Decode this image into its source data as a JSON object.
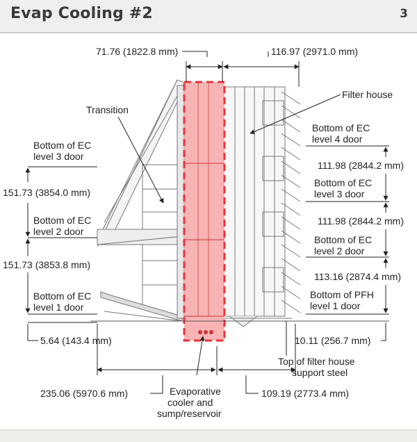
{
  "header": {
    "title": "Evap Cooling #2",
    "page_number": "3"
  },
  "diagram": {
    "dim_top_left": "71.76 (1822.8 mm)",
    "dim_top_right": "116.97 (2971.0 mm)",
    "label_filter_house": "Filter house",
    "label_transition": "Transition",
    "label_bottom_ec_level4": [
      "Bottom of EC",
      "level 4 door"
    ],
    "label_bottom_ec_level3_left": [
      "Bottom of EC",
      "level 3 door"
    ],
    "dim_right_1": "111.98 (2844.2 mm)",
    "label_bottom_ec_level3_right": [
      "Bottom of EC",
      "level 3 door"
    ],
    "dim_left_1": "151.73 (3854.0 mm)",
    "label_bottom_ec_level2_left": [
      "Bottom of EC",
      "level 2 door"
    ],
    "dim_right_2": "111.98 (2844.2 mm)",
    "label_bottom_ec_level2_right": [
      "Bottom of EC",
      "level 2 door"
    ],
    "dim_left_2": "151.73 (3853.8 mm)",
    "dim_right_3": "113.16 (2874.4 mm)",
    "label_bottom_ec_level1": [
      "Bottom of EC",
      "level 1 door"
    ],
    "label_bottom_pfh_level1": [
      "Bottom of PFH",
      "level 1 door"
    ],
    "dim_left_bottom": "5.64 (143.4 mm)",
    "dim_right_bottom": "10.11 (256.7 mm)",
    "label_support_steel": [
      "Top of filter house",
      "support steel"
    ],
    "dim_bottom_left": "235.06 (5970.6 mm)",
    "dim_bottom_right": "109.19 (2773.4 mm)",
    "label_evap_cooler": [
      "Evaporative",
      "cooler and",
      "sump/reservoir"
    ],
    "colors": {
      "highlight": "#e8333a",
      "highlight_fill": "#f7a7a8",
      "line": "#555555"
    }
  }
}
